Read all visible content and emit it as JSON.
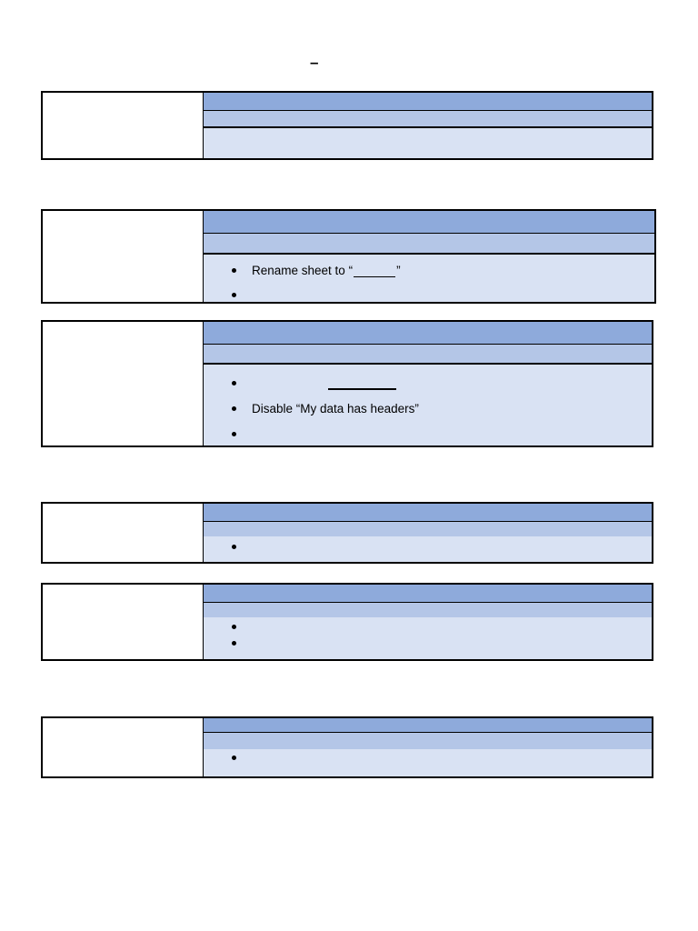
{
  "page": {
    "background": "#ffffff",
    "title_dash": "–"
  },
  "colors": {
    "header_fill": "#8EAADB",
    "subheader_fill": "#B4C6E7",
    "content_fill": "#D9E2F3",
    "border": "#000000",
    "text": "#000000"
  },
  "tables": [
    {
      "name": "table-1",
      "header": "",
      "subheader": "",
      "bullets": []
    },
    {
      "name": "table-2",
      "header": "",
      "subheader": "",
      "bullets": [
        {
          "prefix": "Rename sheet to “",
          "has_blank": true,
          "suffix": "”"
        },
        {
          "text": ""
        }
      ]
    },
    {
      "name": "table-3",
      "header": "",
      "subheader": "",
      "bullets": [
        {
          "text": "",
          "has_blank": true
        },
        {
          "text": "Disable “My data has headers”"
        },
        {
          "text": ""
        }
      ]
    },
    {
      "name": "table-4",
      "header": "",
      "subheader": "",
      "bullets": [
        {
          "text": ""
        }
      ]
    },
    {
      "name": "table-5",
      "header": "",
      "subheader": "",
      "bullets": [
        {
          "text": ""
        },
        {
          "text": ""
        }
      ]
    },
    {
      "name": "table-6",
      "header": "",
      "subheader": "",
      "bullets": [
        {
          "text": ""
        }
      ]
    }
  ]
}
